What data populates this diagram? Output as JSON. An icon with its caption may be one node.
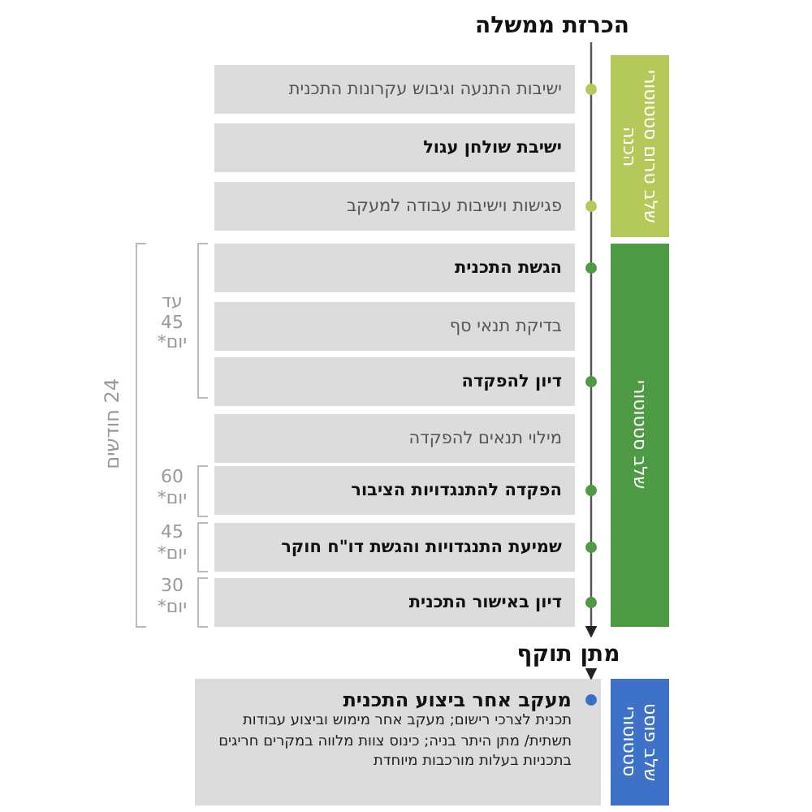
{
  "diagram": {
    "nodes": [
      {
        "text": [
          "הכרזת ממשלה"
        ]
      },
      {
        "text": [
          "ישיבות התנעה וגיבוש עקרונות התכנית"
        ]
      },
      {
        "text": [
          "ישיבת שולחן עגול"
        ]
      },
      {
        "text": [
          "פגישות וישיבות עבודה למעקב"
        ]
      },
      {
        "text": [
          "הגשת התכנית"
        ]
      },
      {
        "text": [
          "בדיקת תנאי סף"
        ]
      },
      {
        "text": [
          "דיון להפקדה"
        ]
      },
      {
        "text": [
          "מילוי תנאים להפקדה"
        ]
      },
      {
        "text": [
          "הפקדה להתנגדויות הציבור"
        ]
      },
      {
        "text": [
          "שמיעת התנגדויות והגשת דו\"ח חוקר"
        ]
      },
      {
        "text": [
          "דיון באישור התכנית"
        ]
      },
      {
        "text": [
          "מתן תוקף"
        ]
      },
      {
        "text": [
          "מעקב אחר ביצוע התכנית",
          "תכנית לצרכי רישום; מעקב אחר מימוש וביצוע עבודות תשתית/ מתן היתר בניה; כינוס צוות מלווה במקרים חריגים בתכניות בעלות מורכבות מיוחדת"
        ]
      },
      {
        "text": [
          "שלב טרום סטטוטורי הכנה"
        ]
      },
      {
        "text": [
          "שלב סטטוטורי"
        ]
      },
      {
        "text": [
          "שלב פוסט סטטוטורי"
        ]
      }
    ],
    "edges": [
      {
        "from": 0,
        "to": 11,
        "arrow": "to"
      },
      {
        "from": 11,
        "to": 12,
        "arrow": "to"
      }
    ],
    "labels": [
      "עד 45 יום*",
      "24 חודשים",
      "60 יום*",
      "45 יום*",
      "30 יום*"
    ]
  }
}
